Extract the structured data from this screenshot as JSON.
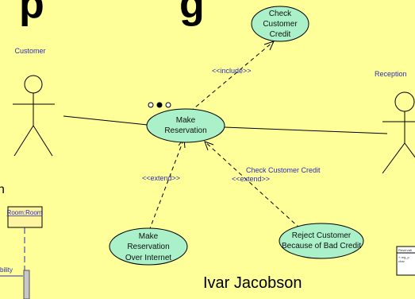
{
  "heading_fragment": "p",
  "heading_fragment_2": "g",
  "left_fragment": "n",
  "actors": {
    "customer": "Customer",
    "reception": "Reception"
  },
  "use_cases": {
    "check_credit": [
      "Check",
      "Customer",
      "Credit"
    ],
    "make_reservation": [
      "Make",
      "Reservation"
    ],
    "reservation_internet": [
      "Make",
      "Reservation",
      "Over Internet"
    ],
    "reject_customer": [
      "Reject Customer",
      "Because of Bad Credit"
    ]
  },
  "relations": {
    "include_label": "<<include>>",
    "extend_label_1": "<<extend>>",
    "extend_label_2": "<<extend>>",
    "extension_point": "Check Customer Credit"
  },
  "sequence_object": "Room:Room",
  "sequence_fragment": "bility",
  "class_box": {
    "title": "Reservati",
    "line1": "+ reg_p",
    "line2": "char"
  },
  "credit": "Ivar Jacobson"
}
